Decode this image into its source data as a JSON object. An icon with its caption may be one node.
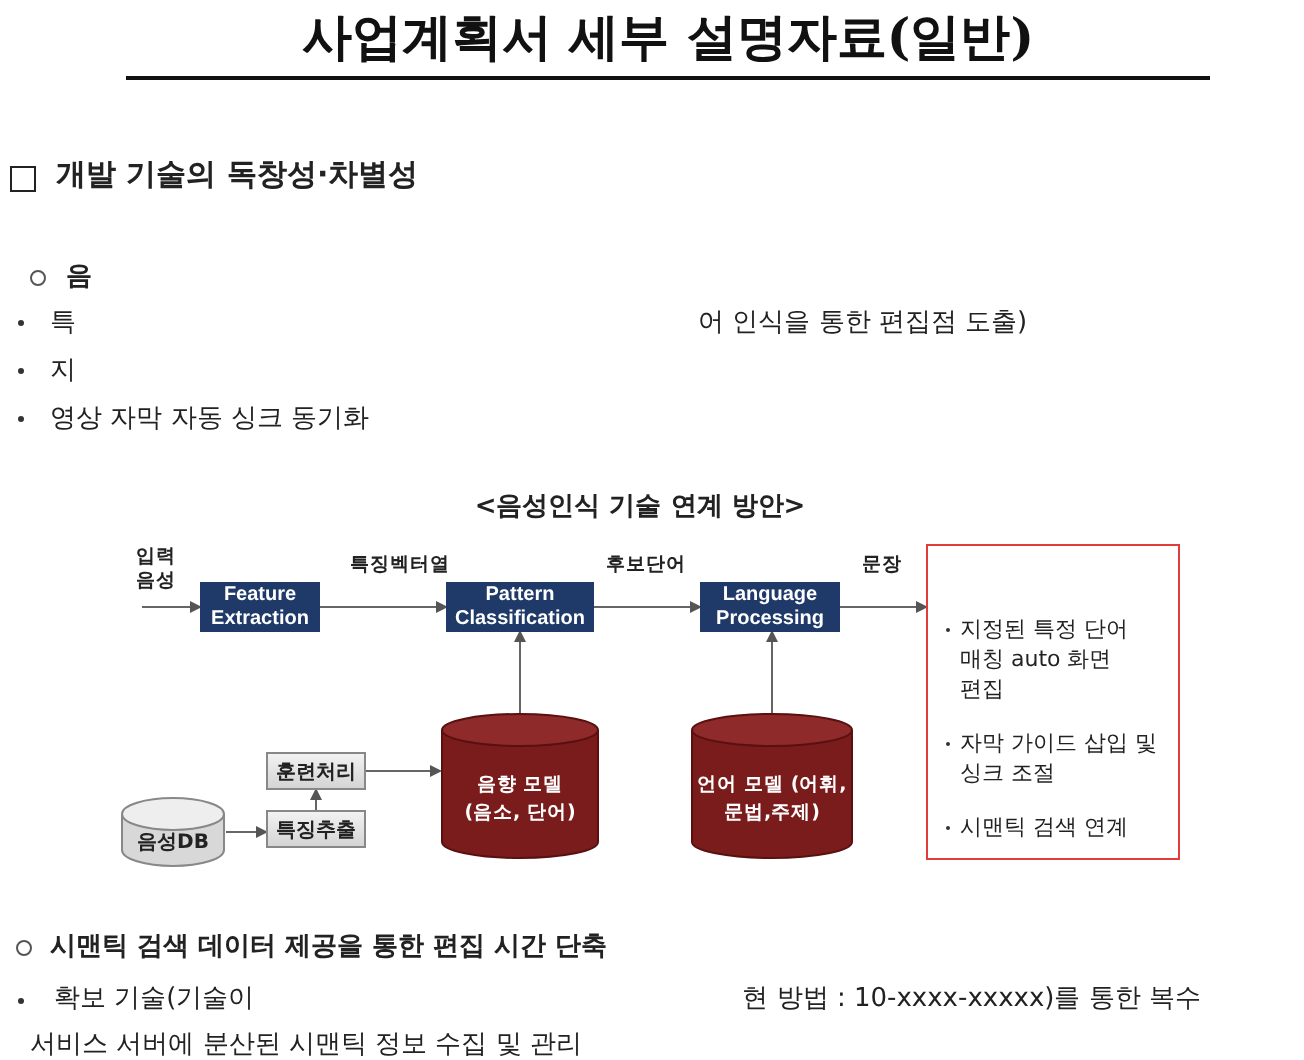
{
  "diagram": {
    "title": "사업계획서 세부 설명자료(일반)",
    "nodes": [
      {
        "text": [
          "Feature Extraction"
        ]
      },
      {
        "text": [
          "Pattern Classification"
        ]
      },
      {
        "text": [
          "Language Processing"
        ]
      },
      {
        "text": [
          "음향 모델 (음소, 단어)"
        ]
      },
      {
        "text": [
          "언어 모델 (어휘,문법,주제)"
        ]
      },
      {
        "text": [
          "훈련처리"
        ]
      },
      {
        "text": [
          "특징추출"
        ]
      },
      {
        "text": [
          "음성DB"
        ]
      },
      {
        "text": [
          "지정된 특정 단어 매칭 auto 화면 편집",
          "자막 가이드 삽입 및 싱크 조절",
          "시맨틱 검색 연계"
        ]
      }
    ],
    "edges": [
      {
        "from": null,
        "to": 0,
        "arrow": "to",
        "label": "입력 음성"
      },
      {
        "from": 0,
        "to": 1,
        "arrow": "to",
        "label": "특징벡터열"
      },
      {
        "from": 1,
        "to": 2,
        "arrow": "to",
        "label": "후보단어"
      },
      {
        "from": 2,
        "to": 8,
        "arrow": "to",
        "label": "문장"
      },
      {
        "from": 3,
        "to": 1,
        "arrow": "to"
      },
      {
        "from": 4,
        "to": 2,
        "arrow": "to"
      },
      {
        "from": 7,
        "to": 6,
        "arrow": "to"
      },
      {
        "from": 6,
        "to": 5,
        "arrow": "to"
      },
      {
        "from": 5,
        "to": 3,
        "arrow": "to"
      }
    ],
    "labels": [
      "개발 기술의 독창성·차별성",
      "음",
      "특",
      "어 인식을 통한 편집점 도출)",
      "지",
      "영상 자막 자동 싱크 동기화",
      "<음성인식 기술 연계 방안>",
      "시맨틱 검색 데이터 제공을 통한 편집 시간 단축",
      "확보 기술(기술이",
      "현 방법 : 10-xxxx-xxxxx)를 통한 복수 서비스 서버에 분산된 시맨틱 정보 수집 및 관리"
    ]
  }
}
